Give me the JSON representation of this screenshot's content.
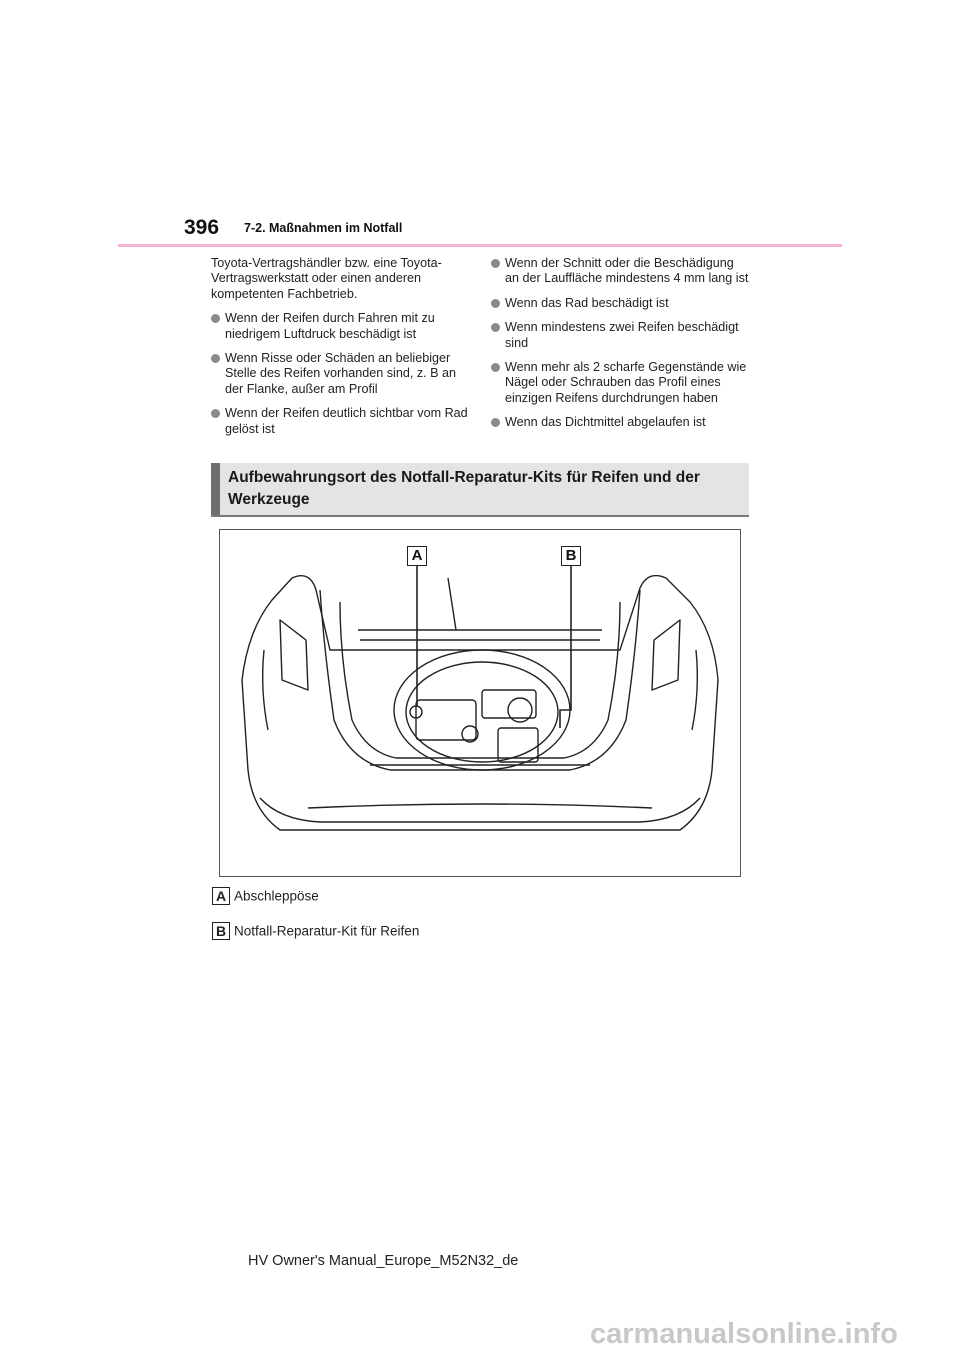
{
  "header": {
    "page_number": "396",
    "section": "7-2. Maßnahmen im Notfall"
  },
  "left_column": {
    "intro": "Toyota-Vertragshändler bzw. eine Toyota-Vertragswerkstatt oder einen anderen kompetenten Fachbetrieb.",
    "bullets": [
      "Wenn der Reifen durch Fahren mit zu niedrigem Luftdruck beschädigt ist",
      "Wenn Risse oder Schäden an beliebiger Stelle des Reifen vorhanden sind, z. B an der Flanke, außer am Profil",
      "Wenn der Reifen deutlich sichtbar vom Rad gelöst ist"
    ]
  },
  "right_column": {
    "bullets": [
      "Wenn der Schnitt oder die Beschädigung an der Lauffläche mindestens 4 mm lang ist",
      "Wenn das Rad beschädigt ist",
      "Wenn mindestens zwei Reifen beschädigt sind",
      "Wenn mehr als 2 scharfe Gegenstände wie Nägel oder Schrauben das Profil eines einzigen Reifens durchdrungen haben",
      "Wenn das Dichtmittel abgelaufen ist"
    ]
  },
  "section_heading": "Aufbewahrungsort des Notfall-Reparatur-Kits für Reifen und der Werkzeuge",
  "figure": {
    "callouts": [
      "A",
      "B"
    ]
  },
  "legend": [
    {
      "key": "A",
      "label": "Abschleppöse"
    },
    {
      "key": "B",
      "label": "Notfall-Reparatur-Kit für Reifen"
    }
  ],
  "footer": "HV Owner's Manual_Europe_M52N32_de",
  "watermark": "carmanualsonline.info"
}
